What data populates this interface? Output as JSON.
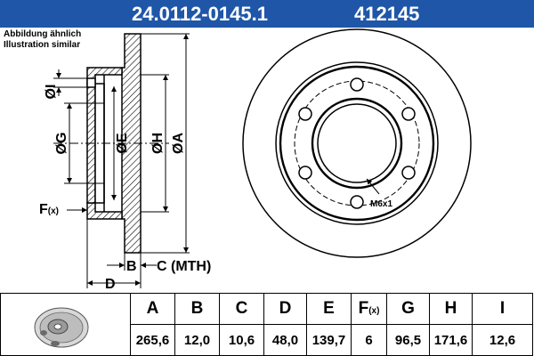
{
  "header": {
    "part_number": "24.0112-0145.1",
    "code": "412145",
    "background": "#1f56a8"
  },
  "note": {
    "line1": "Abbildung ähnlich",
    "line2": "Illustration similar"
  },
  "labels": {
    "I": "ØI",
    "G": "ØG",
    "E": "ØE",
    "H": "ØH",
    "A": "ØA",
    "F": "F",
    "F_sub": "(x)",
    "B": "B",
    "C": "C (MTH)",
    "D": "D",
    "bolt": "M6x1"
  },
  "table": {
    "columns": [
      {
        "key": "A",
        "label": "A",
        "sub": "",
        "value": "265,6"
      },
      {
        "key": "B",
        "label": "B",
        "sub": "",
        "value": "12,0"
      },
      {
        "key": "C",
        "label": "C",
        "sub": "",
        "value": "10,6"
      },
      {
        "key": "D",
        "label": "D",
        "sub": "",
        "value": "48,0"
      },
      {
        "key": "E",
        "label": "E",
        "sub": "",
        "value": "139,7"
      },
      {
        "key": "F",
        "label": "F",
        "sub": "(x)",
        "value": "6"
      },
      {
        "key": "G",
        "label": "G",
        "sub": "",
        "value": "96,5"
      },
      {
        "key": "H",
        "label": "H",
        "sub": "",
        "value": "171,6"
      },
      {
        "key": "I",
        "label": "I",
        "sub": "",
        "value": "12,6"
      }
    ]
  }
}
